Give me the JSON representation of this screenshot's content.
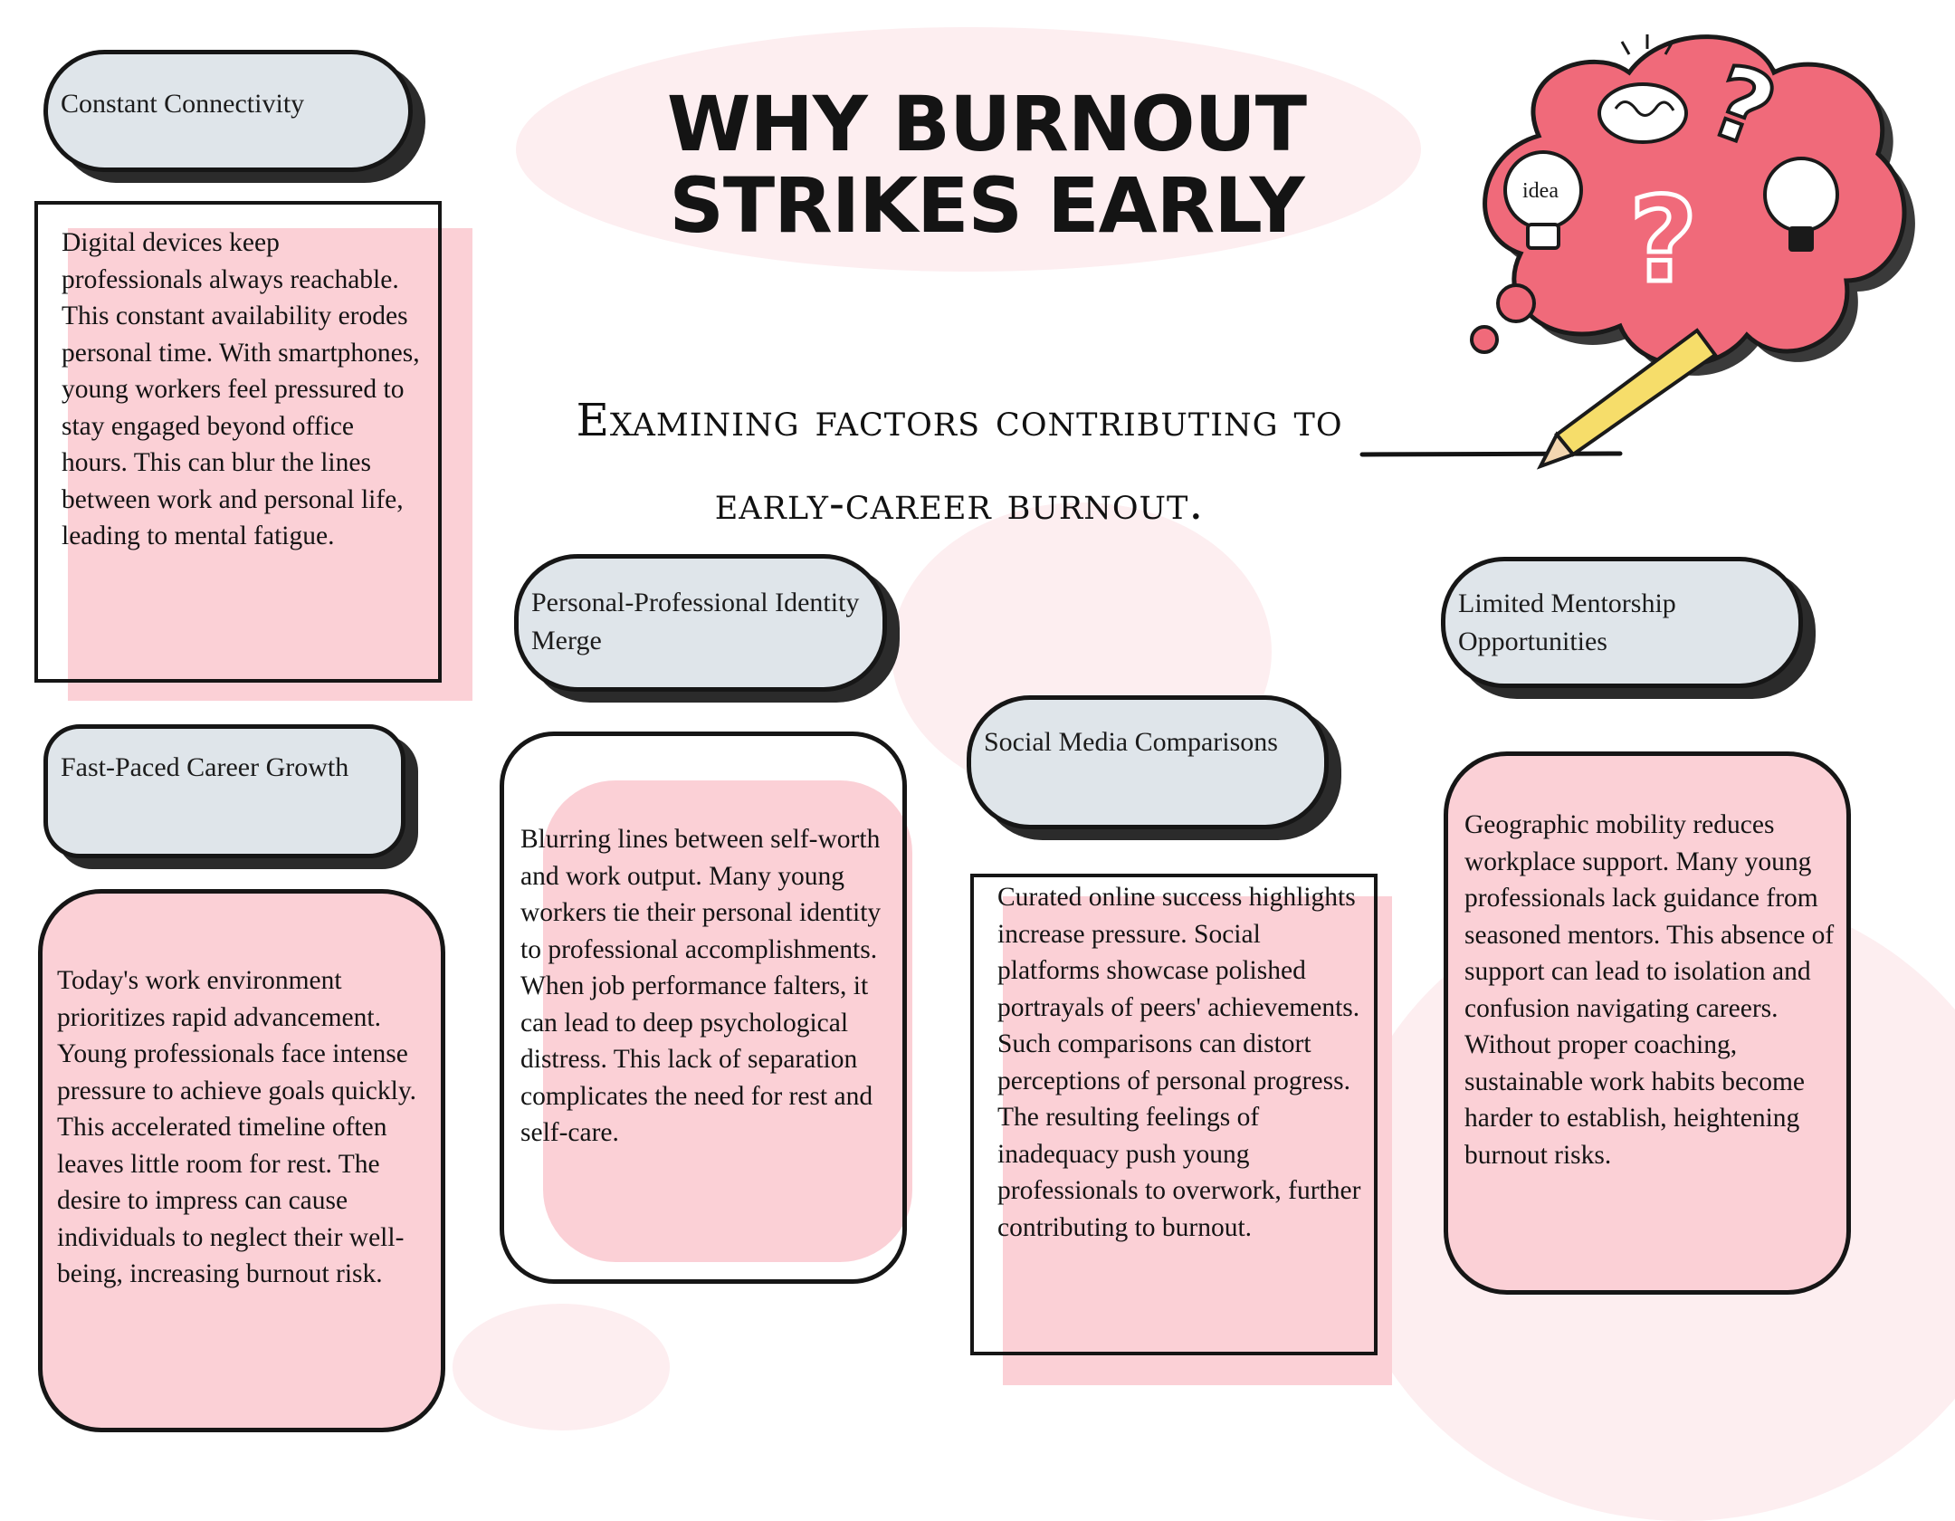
{
  "title": "WHY BURNOUT STRIKES EARLY",
  "subtitle": "Examining factors contributing to early-career burnout.",
  "cards": [
    {
      "heading": "Constant Connectivity",
      "body": "Digital devices keep professionals always reachable. This constant availability erodes personal time. With smartphones, young workers feel pressured to stay engaged beyond office hours. This can blur the lines between work and personal life, leading to mental fatigue."
    },
    {
      "heading": "Fast-Paced Career Growth",
      "body": "Today's work environment prioritizes rapid advancement. Young professionals face intense pressure to achieve goals quickly. This accelerated timeline often leaves little room for rest. The desire to impress can cause individuals to neglect their well-being, increasing burnout risk."
    },
    {
      "heading": "Personal-Professional Identity Merge",
      "body": "Blurring lines between self-worth and work output. Many young workers tie their personal identity to professional accomplishments. When job performance falters, it can lead to deep psychological distress. This lack of separation complicates the need for rest and self-care."
    },
    {
      "heading": "Social Media Comparisons",
      "body": "Curated online success highlights increase pressure. Social platforms showcase polished portrayals of peers' achievements. Such comparisons can distort perceptions of personal progress. The resulting feelings of inadequacy push young professionals to overwork, further contributing to burnout."
    },
    {
      "heading": "Limited Mentorship Opportunities",
      "body": "Geographic mobility reduces workplace support. Many young professionals lack guidance from seasoned mentors. This absence of support can lead to isolation and confusion navigating careers. Without proper coaching, sustainable work habits become harder to establish, heightening burnout risks."
    }
  ],
  "illustration": {
    "bulb_label": "idea",
    "icons": [
      "thought-cloud-icon",
      "brain-icon",
      "question-mark-icon",
      "lightbulb-icon",
      "pencil-icon"
    ]
  },
  "colors": {
    "cloud": "#f06a7a",
    "card_pink": "#fbd0d6",
    "pill_fill": "#dfe5ea",
    "pencil": "#f6dd6a"
  }
}
